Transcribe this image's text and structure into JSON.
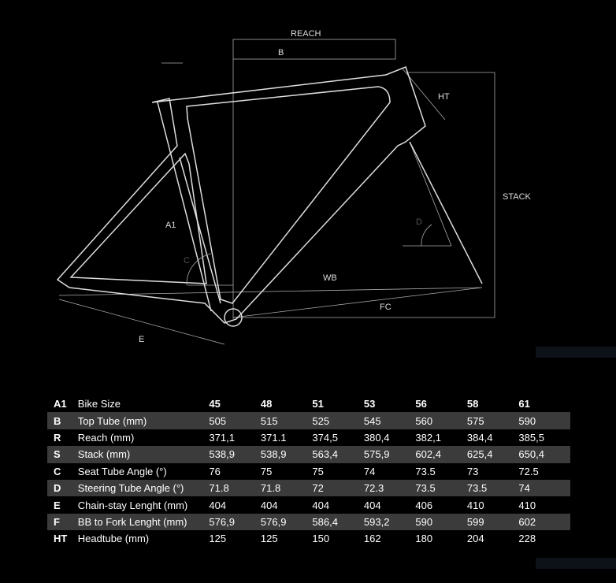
{
  "diagram_labels": {
    "reach": "REACH",
    "b": "B",
    "ht": "HT",
    "stack": "STACK",
    "a1": "A1",
    "c": "C",
    "d": "D",
    "wb": "WB",
    "fc": "FC",
    "e": "E"
  },
  "table": {
    "header": {
      "key": "A1",
      "label": "Bike Size",
      "values": [
        "45",
        "48",
        "51",
        "53",
        "56",
        "58",
        "61"
      ]
    },
    "rows": [
      {
        "key": "B",
        "label": "Top Tube (mm)",
        "values": [
          "505",
          "515",
          "525",
          "545",
          "560",
          "575",
          "590"
        ]
      },
      {
        "key": "R",
        "label": "Reach (mm)",
        "values": [
          "371,1",
          "371.1",
          "374,5",
          "380,4",
          "382,1",
          "384,4",
          "385,5"
        ]
      },
      {
        "key": "S",
        "label": "Stack (mm)",
        "values": [
          "538,9",
          "538,9",
          "563,4",
          "575,9",
          "602,4",
          "625,4",
          "650,4"
        ]
      },
      {
        "key": "C",
        "label": "Seat Tube Angle (°)",
        "values": [
          "76",
          "75",
          "75",
          "74",
          "73.5",
          "73",
          "72.5"
        ]
      },
      {
        "key": "D",
        "label": "Steering Tube Angle (°)",
        "values": [
          "71.8",
          "71.8",
          "72",
          "72.3",
          "73.5",
          "73.5",
          "74"
        ]
      },
      {
        "key": "E",
        "label": "Chain-stay Lenght (mm)",
        "values": [
          "404",
          "404",
          "404",
          "404",
          "406",
          "410",
          "410"
        ]
      },
      {
        "key": "F",
        "label": "BB to Fork Lenght (mm)",
        "values": [
          "576,9",
          "576,9",
          "586,4",
          "593,2",
          "590",
          "599",
          "602"
        ]
      },
      {
        "key": "HT",
        "label": "Headtube (mm)",
        "values": [
          "125",
          "125",
          "150",
          "162",
          "180",
          "204",
          "228"
        ]
      }
    ]
  },
  "colors": {
    "stripe": "#3b3b3b",
    "line": "#dddddd"
  }
}
